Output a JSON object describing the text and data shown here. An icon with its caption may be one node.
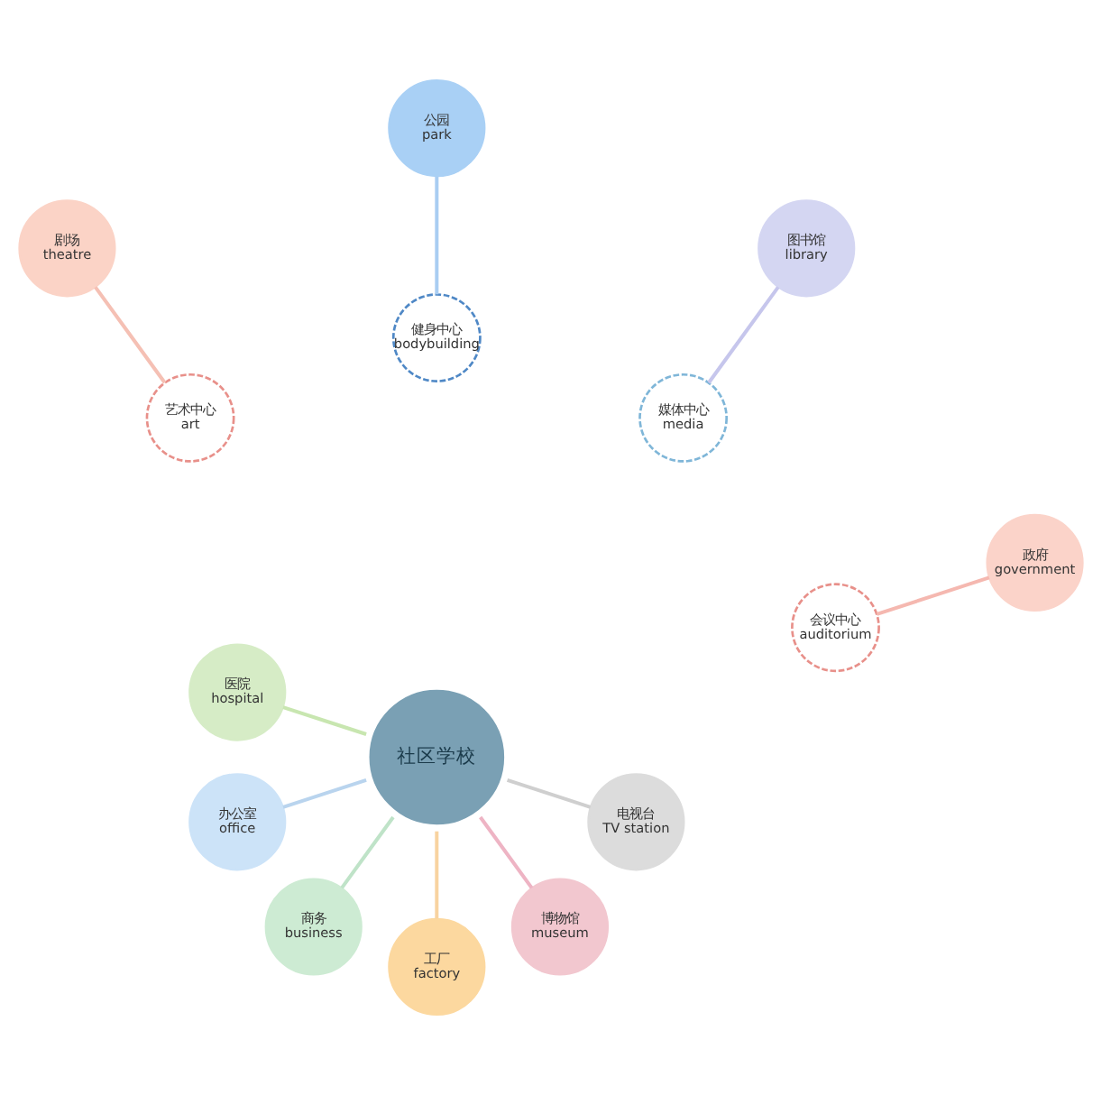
{
  "diagram": {
    "nodes": [
      {
        "text": [
          "医院",
          "hospital"
        ]
      },
      {
        "text": [
          "办公室",
          "office"
        ]
      },
      {
        "text": [
          "政府",
          "government"
        ]
      },
      {
        "text": [
          "图书馆",
          "library"
        ]
      },
      {
        "text": [
          "会议中心",
          "auditorium"
        ]
      },
      {
        "text": [
          "媒体中心",
          "media"
        ]
      },
      {
        "text": [
          "社区学校"
        ]
      },
      {
        "text": [
          "商务",
          "business"
        ]
      },
      {
        "text": [
          "工厂",
          "factory"
        ]
      },
      {
        "text": [
          "健身中心",
          "bodybuilding"
        ]
      },
      {
        "text": [
          "艺术中心",
          "art"
        ]
      },
      {
        "text": [
          "公园",
          "park"
        ]
      },
      {
        "text": [
          "剧场",
          "theatre"
        ]
      },
      {
        "text": [
          "博物馆",
          "museum"
        ]
      },
      {
        "text": [
          "电视台",
          "TV station"
        ]
      }
    ],
    "edges": [
      {
        "from": 0,
        "to": 6,
        "arrow": "none",
        "color": "#c8e6b0"
      },
      {
        "from": 1,
        "to": 6,
        "arrow": "none",
        "color": "#b9d4ee"
      },
      {
        "from": 2,
        "to": 4,
        "arrow": "none",
        "color": "#f5b8b0"
      },
      {
        "from": 3,
        "to": 5,
        "arrow": "none",
        "color": "#c6c6ec"
      },
      {
        "from": 7,
        "to": 6,
        "arrow": "none",
        "color": "#bfe3c8"
      },
      {
        "from": 8,
        "to": 6,
        "arrow": "none",
        "color": "#f8d3a0"
      },
      {
        "from": 11,
        "to": 9,
        "arrow": "none",
        "color": "#a9cdf2"
      },
      {
        "from": 12,
        "to": 10,
        "arrow": "none",
        "color": "#f5c0b4"
      },
      {
        "from": 13,
        "to": 6,
        "arrow": "none",
        "color": "#eeb4c4"
      },
      {
        "from": 14,
        "to": 6,
        "arrow": "none",
        "color": "#cfcfcf"
      }
    ]
  }
}
